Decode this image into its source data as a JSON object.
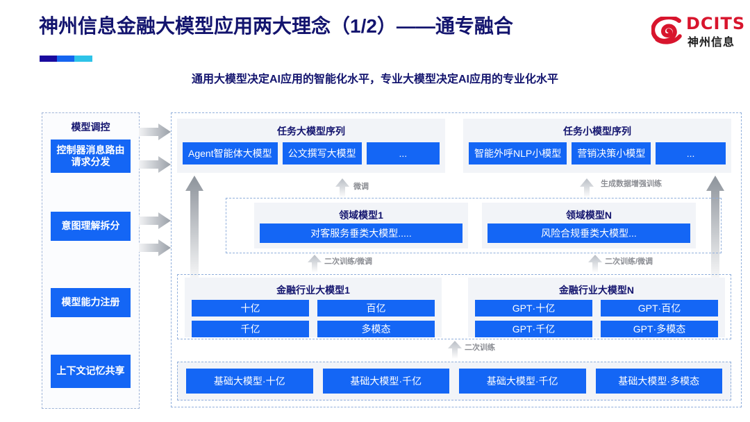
{
  "header": {
    "title": "神州信息金融大模型应用两大理念（1/2）——通专融合",
    "subtitle": "通用大模型决定AI应用的智能化水平，专业大模型决定AI应用的专业化水平",
    "logo": {
      "brand": "DCITS",
      "brand_cn": "神州信息",
      "mark": "dcits-swirl-icon"
    },
    "accent_colors": [
      "#1a0a9e",
      "#1565f0",
      "#2ec3e8"
    ]
  },
  "colors": {
    "title_navy": "#13146e",
    "box_blue": "#1466f5",
    "panel_gray": "#f2f4f8",
    "dashed_border": "#8faedb",
    "arrow_gray": "#9aa0a8",
    "logo_red": "#d8152d"
  },
  "sidebar": {
    "title": "模型调控",
    "items": [
      {
        "label": "控制器消息路由请求分发"
      },
      {
        "label": "意图理解拆分"
      },
      {
        "label": "模型能力注册"
      },
      {
        "label": "上下文记忆共享"
      }
    ],
    "connector_arrows": 4
  },
  "main": {
    "task_sequences": [
      {
        "title": "任务大模型序列",
        "chips": [
          "Agent智能体大模型",
          "公文撰写大模型",
          "..."
        ]
      },
      {
        "title": "任务小模型序列",
        "chips": [
          "智能外呼NLP小模型",
          "营销决策小模型",
          "..."
        ]
      }
    ],
    "domain_models": [
      {
        "title": "领域模型1",
        "bar": "对客服务垂类大模型....."
      },
      {
        "title": "领域模型N",
        "bar": "风险合规垂类大模型..."
      }
    ],
    "industry_models": [
      {
        "title": "金融行业大模型1",
        "cells": [
          "十亿",
          "百亿",
          "千亿",
          "多模态"
        ]
      },
      {
        "title": "金融行业大模型N",
        "cells": [
          "GPT·十亿",
          "GPT·百亿",
          "GPT·千亿",
          "GPT·多模态"
        ]
      }
    ],
    "base_models": [
      "基础大模型·十亿",
      "基础大模型·千亿",
      "基础大模型·千亿",
      "基础大模型·多模态"
    ],
    "arrow_labels": {
      "fine_tune": "微调",
      "data_aug": "生成数据增强训练",
      "retrain_left": "二次训练/微调",
      "retrain_right": "二次训练/微调",
      "retrain_base": "二次训练"
    }
  }
}
